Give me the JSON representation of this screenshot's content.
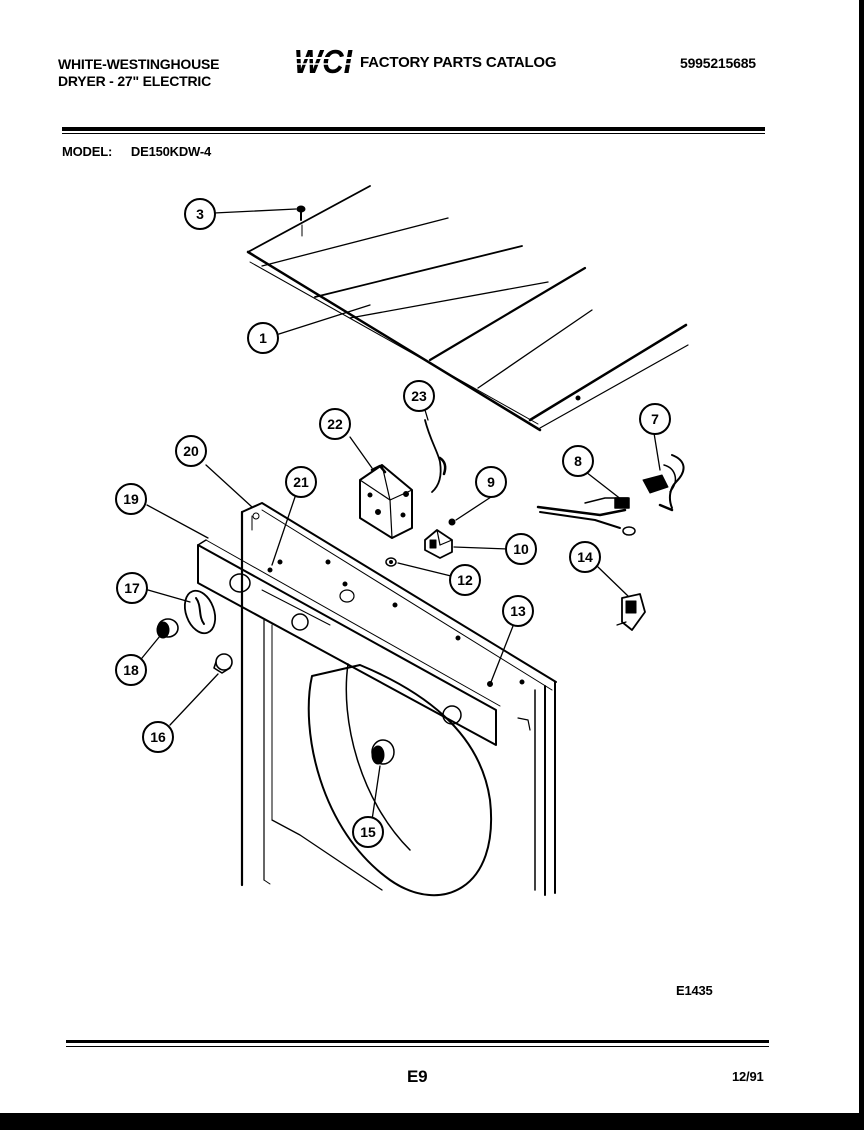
{
  "header": {
    "brand_line1": "WHITE-WESTINGHOUSE",
    "brand_line2": "DRYER - 27\" ELECTRIC",
    "logo_text": "WCI",
    "catalog_title": "FACTORY PARTS CATALOG",
    "catalog_number": "5995215685",
    "model_label": "MODEL:",
    "model_value": "DE150KDW-4"
  },
  "footer": {
    "drawing_code": "E1435",
    "page_number": "E9",
    "date": "12/91"
  },
  "callouts": {
    "c1": "1",
    "c3": "3",
    "c7": "7",
    "c8": "8",
    "c9": "9",
    "c10": "10",
    "c12": "12",
    "c13": "13",
    "c14": "14",
    "c15": "15",
    "c16": "16",
    "c17": "17",
    "c18": "18",
    "c19": "19",
    "c20": "20",
    "c21": "21",
    "c22": "22",
    "c23": "23"
  }
}
